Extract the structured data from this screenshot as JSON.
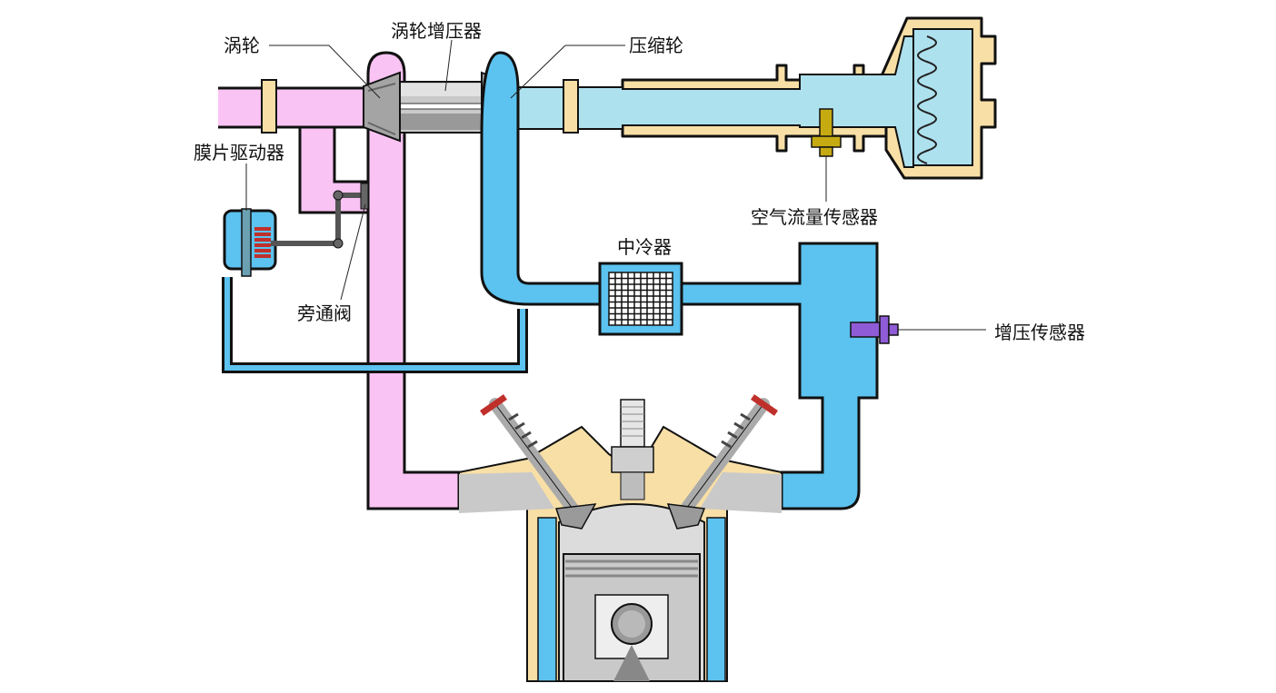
{
  "labels": {
    "turbine": "涡轮",
    "turbocharger": "涡轮增压器",
    "compressor": "压缩轮",
    "diaphragm_actuator": "膜片驱动器",
    "bypass_valve": "旁通阀",
    "intercooler": "中冷器",
    "air_flow_sensor": "空气流量传感器",
    "boost_sensor": "增压传感器"
  },
  "colors": {
    "exhaust": "#f9c3f3",
    "intake_cool": "#aee1ee",
    "intake_boost": "#5cc2ef",
    "engine_body": "#f8dfa6",
    "sensor_yellow": "#c6aa12",
    "sensor_purple": "#8f5bd6",
    "valve_red": "#c0302b"
  }
}
